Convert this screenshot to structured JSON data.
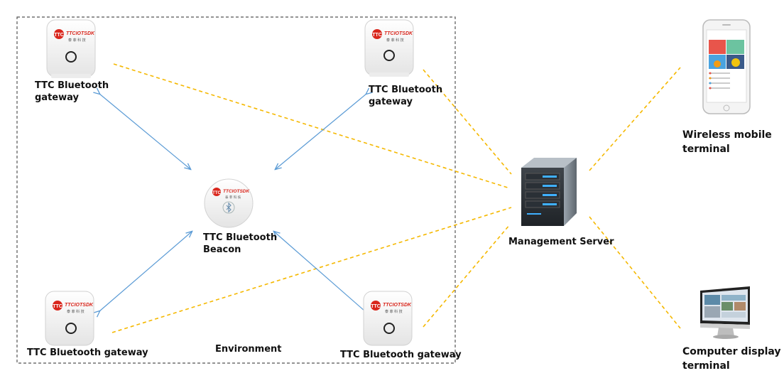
{
  "brand": {
    "logo_text": "TTCIOTSDK",
    "logo_sub": "泰 菲 科 技",
    "colors": {
      "logo_red": "#d9261c",
      "wire_blue": "#5b9bd5",
      "link_orange": "#f5b800",
      "border": "#555555"
    }
  },
  "environment_label": "Environment",
  "nodes": {
    "gateway_top_left": {
      "label_line1": "TTC Bluetooth",
      "label_line2": "gateway"
    },
    "gateway_top_right": {
      "label_line1": "TTC Bluetooth",
      "label_line2": "gateway"
    },
    "beacon": {
      "label_line1": "TTC Bluetooth",
      "label_line2": "Beacon",
      "icon": "bluetooth-icon"
    },
    "gateway_bottom_left": {
      "label": "TTC Bluetooth gateway"
    },
    "gateway_bottom_right": {
      "label": "TTC Bluetooth gateway"
    },
    "server": {
      "label": "Management Server",
      "icon": "server-icon"
    },
    "mobile": {
      "label_line1": "Wireless mobile",
      "label_line2": "terminal",
      "icon": "smartphone-icon"
    },
    "computer": {
      "label_line1": "Computer display",
      "label_line2": "terminal",
      "icon": "monitor-icon"
    }
  }
}
